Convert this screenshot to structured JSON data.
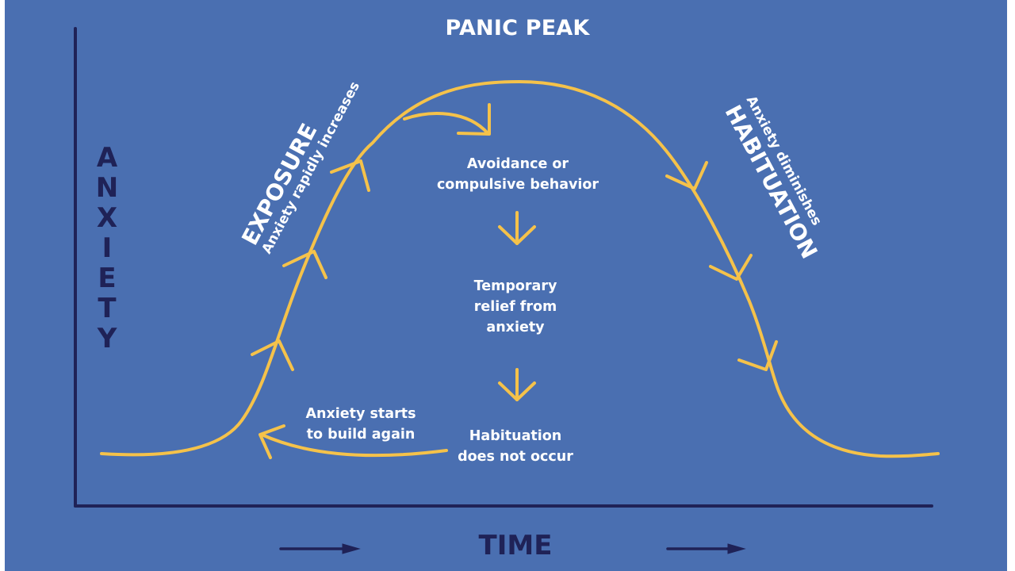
{
  "diagram": {
    "title": "PANIC PEAK",
    "y_axis_label": "ANXIETY",
    "x_axis_label": "TIME",
    "phases": {
      "exposure": {
        "title": "EXPOSURE",
        "subtitle": "Anxiety rapidly increases"
      },
      "habituation": {
        "title": "HABITUATION",
        "subtitle": "Anxiety diminishes"
      }
    },
    "avoidance_cycle": [
      {
        "id": "avoidance",
        "lines": [
          "Avoidance or",
          "compulsive behavior"
        ]
      },
      {
        "id": "relief",
        "lines": [
          "Temporary",
          "relief from",
          "anxiety"
        ]
      },
      {
        "id": "no-habituation",
        "lines": [
          "Habituation",
          "does not occur"
        ]
      },
      {
        "id": "rebuild",
        "lines": [
          "Anxiety starts",
          "to build again"
        ]
      }
    ],
    "colors": {
      "background": "#4a6fb1",
      "curve": "#f5c24a",
      "axis": "#1f2257",
      "text": "#ffffff"
    },
    "icons": {
      "curve_arrowheads": "chevron-arrow-icon",
      "down_arrows": "arrow-down-icon",
      "time_arrows": "arrow-right-icon"
    }
  }
}
